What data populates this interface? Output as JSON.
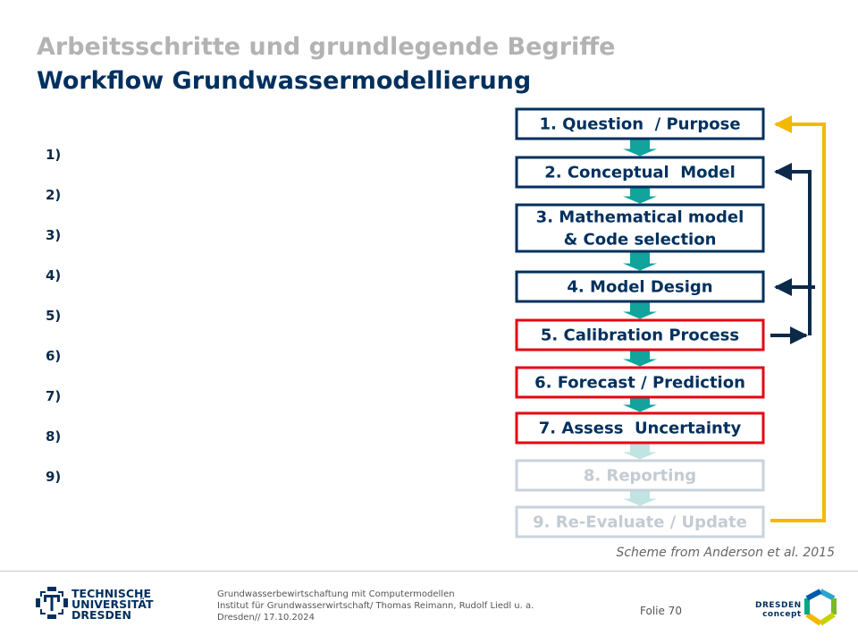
{
  "header": {
    "supertitle": "Arbeitsschritte und grundlegende Begriffe",
    "title": "Workflow Grundwassermodellierung"
  },
  "numbering": [
    "1)",
    "2)",
    "3)",
    "4)",
    "5)",
    "6)",
    "7)",
    "8)",
    "9)"
  ],
  "workflow": {
    "steps": [
      {
        "lines": [
          "1. Question  / Purpose"
        ],
        "state": "normal"
      },
      {
        "lines": [
          "2. Conceptual  Model"
        ],
        "state": "normal"
      },
      {
        "lines": [
          "3. Mathematical model",
          "& Code selection"
        ],
        "state": "normal"
      },
      {
        "lines": [
          "4. Model Design"
        ],
        "state": "normal"
      },
      {
        "lines": [
          "5. Calibration Process"
        ],
        "state": "highlighted"
      },
      {
        "lines": [
          "6. Forecast / Prediction"
        ],
        "state": "highlighted"
      },
      {
        "lines": [
          "7. Assess  Uncertainty"
        ],
        "state": "highlighted"
      },
      {
        "lines": [
          "8. Reporting"
        ],
        "state": "faded"
      },
      {
        "lines": [
          "9. Re-Evaluate / Update"
        ],
        "state": "faded"
      }
    ],
    "colors": {
      "normal_border": "#00305e",
      "normal_text": "#00305e",
      "highlight_border": "#e30613",
      "faded_border": "#c9d3dc",
      "faded_text": "#c3cbd3",
      "connector": "#12a39c",
      "connector_faded": "#bfe4e2",
      "feedback_navy": "#0b2a4a",
      "feedback_yellow": "#f5b800"
    }
  },
  "source_note": "Scheme from Anderson et al. 2015",
  "footer": {
    "university_lines": [
      "TECHNISCHE",
      "UNIVERSITÄT",
      "DRESDEN"
    ],
    "info_lines": [
      "Grundwasserbewirtschaftung mit Computermodellen",
      "Institut für Grundwasserwirtschaft/ Thomas Reimann, Rudolf Liedl u. a.",
      "Dresden// 17.10.2024"
    ],
    "slide_label": "Folie 70",
    "concept_lines": [
      "DRESDEN",
      "concept"
    ]
  }
}
